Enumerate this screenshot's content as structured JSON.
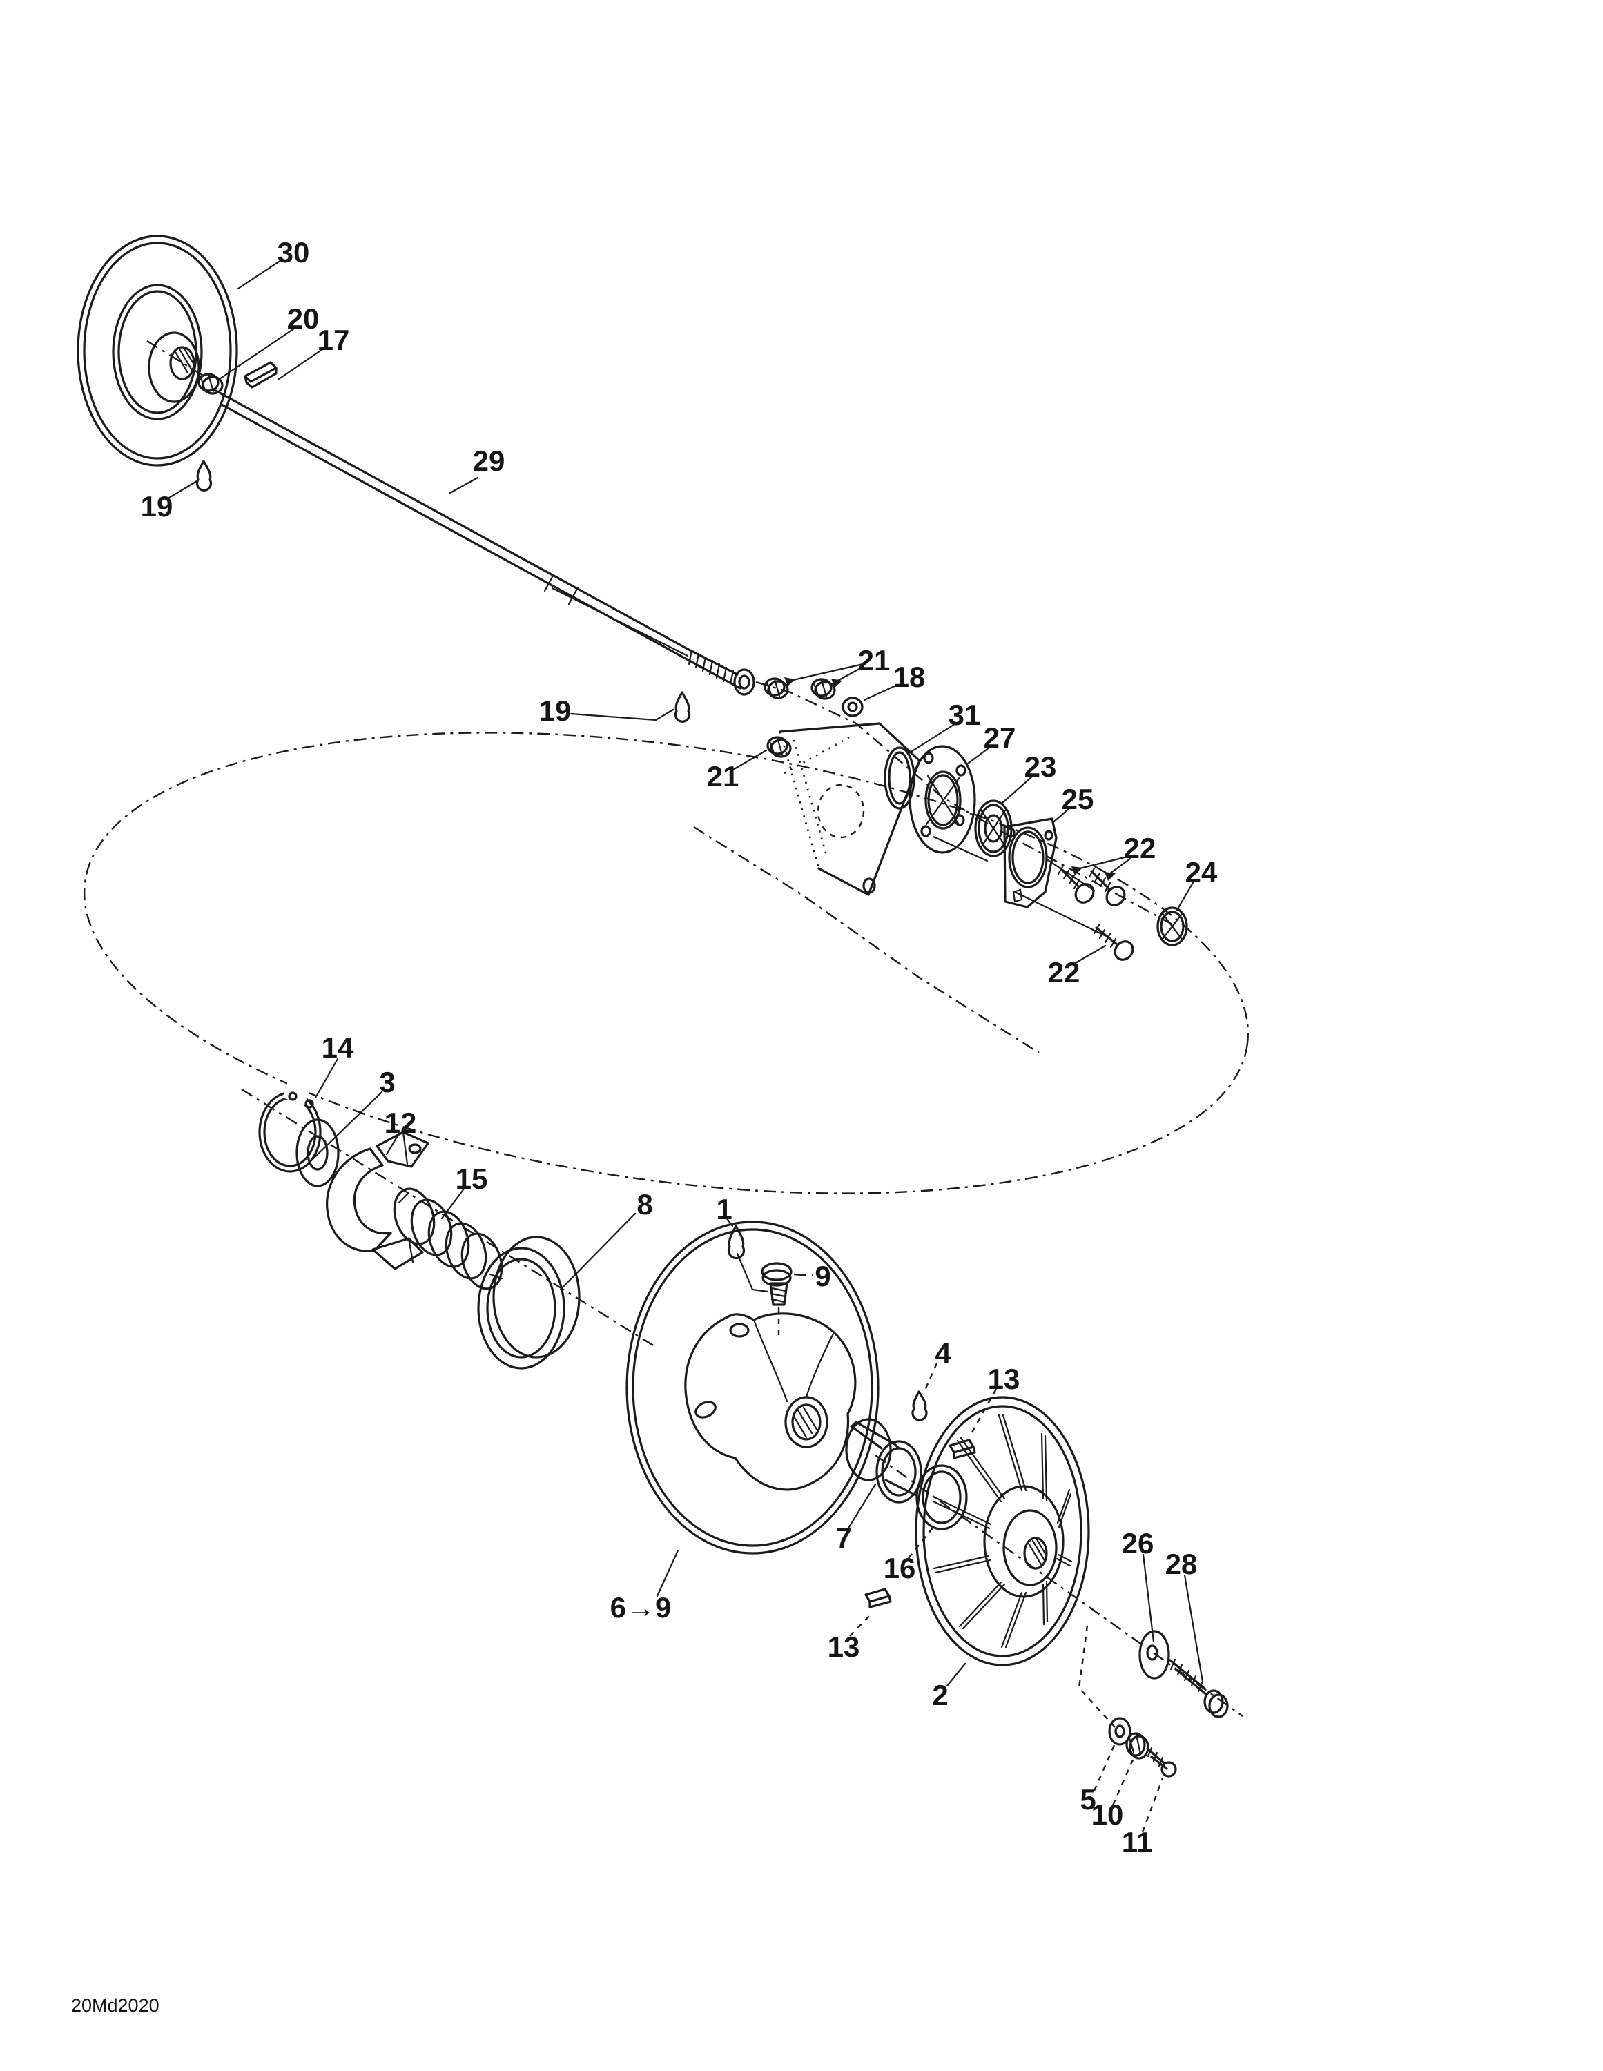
{
  "page": {
    "background": "#ffffff",
    "line_color": "#1c1c1c"
  },
  "footer": {
    "code": "20Md2020"
  },
  "callouts": {
    "c30": "30",
    "c20": "20",
    "c17": "17",
    "c19a": "19",
    "c29": "29",
    "c19b": "19",
    "c21a": "21",
    "c18": "18",
    "c21b": "21",
    "c31": "31",
    "c27": "27",
    "c23": "23",
    "c25": "25",
    "c22a": "22",
    "c24": "24",
    "c22b": "22",
    "c14": "14",
    "c3": "3",
    "c12": "12",
    "c15": "15",
    "c8": "8",
    "c1": "1",
    "c9": "9",
    "c4": "4",
    "c13a": "13",
    "c7": "7",
    "c16": "16",
    "c6to9": "6→9",
    "c13b": "13",
    "c2": "2",
    "c26": "26",
    "c28": "28",
    "c5": "5",
    "c10": "10",
    "c11": "11"
  }
}
